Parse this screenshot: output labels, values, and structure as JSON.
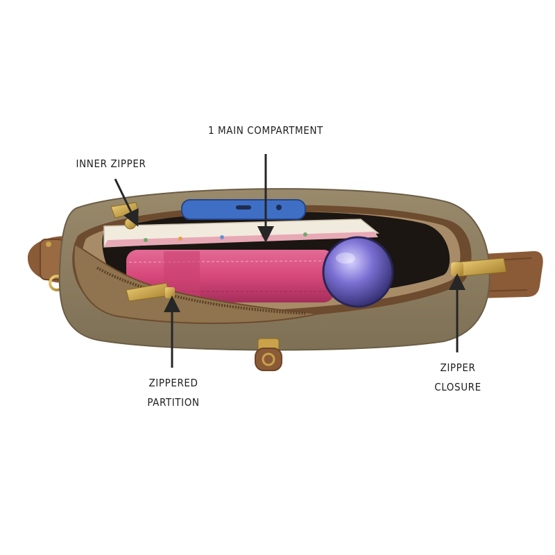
{
  "callouts": {
    "main_compartment": "1 MAIN COMPARTMENT",
    "inner_zipper": "INNER ZIPPER",
    "zippered_partition": [
      "ZIPPERED",
      "PARTITION"
    ],
    "zipper_closure": [
      "ZIPPER",
      "CLOSURE"
    ]
  },
  "colors": {
    "bag_body": "#8d7e63",
    "leather_trim": "#8b5a36",
    "lining": "#a88c68",
    "interior_dark": "#1b1612",
    "zipper_tape": "#6d4b2e",
    "brass": "#c9a24a",
    "pink_case": "#d6487a",
    "blue_phone": "#3e6fc4",
    "purple_sphere": "#6a5fc0",
    "notebook": "#f1ebde",
    "arrow": "#262626",
    "text": "#1e1e1e"
  }
}
